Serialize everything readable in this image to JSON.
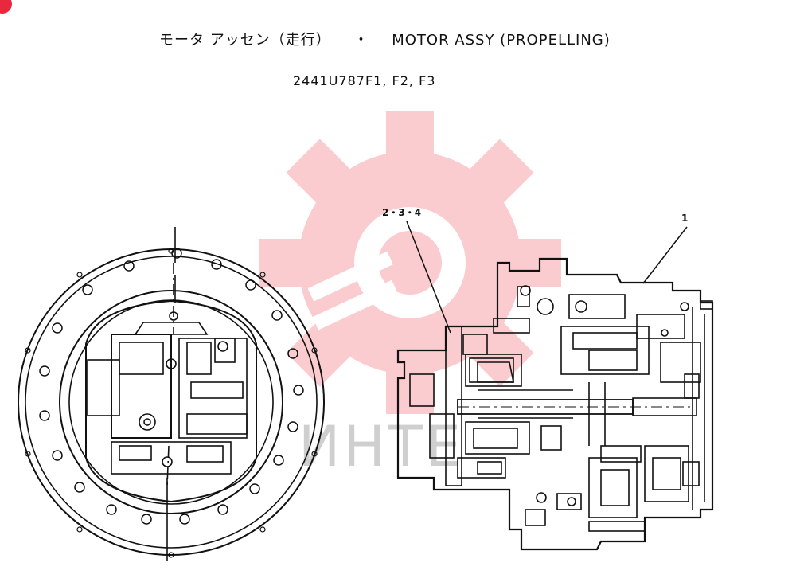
{
  "title": {
    "japanese": "モータ アッセン（走行）",
    "separator": "・",
    "english": "MOTOR ASSY (PROPELLING)"
  },
  "part_numbers": "2441U787F1, F2, F3",
  "callouts": {
    "left_item": "2・3・4",
    "right_item": "1"
  },
  "watermark": {
    "text": "ИНТЕ",
    "color": "#f04a55"
  },
  "colors": {
    "line": "#111111",
    "badge": "#e8283c"
  }
}
